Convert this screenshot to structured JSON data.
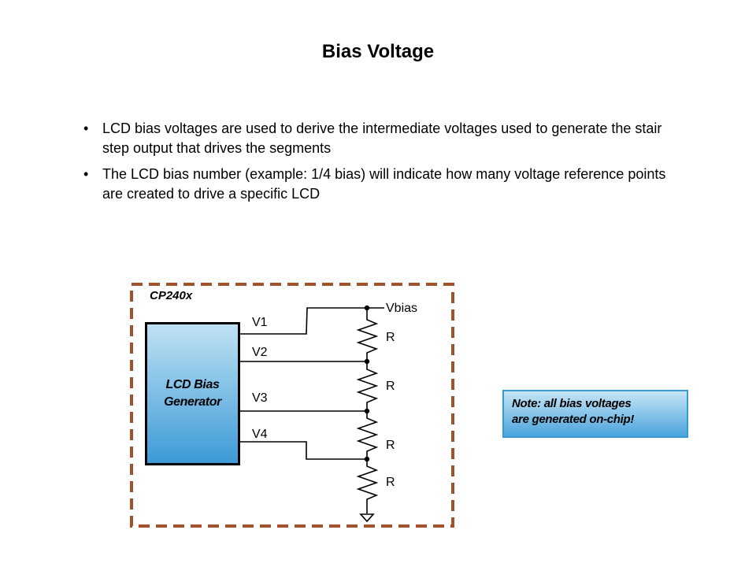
{
  "slide": {
    "title": "Bias Voltage",
    "bullets": [
      {
        "marker": "•",
        "text": "LCD bias voltages are used to derive the intermediate voltages used to generate the stair step output that drives the segments"
      },
      {
        "marker": "•",
        "text": "The LCD bias number (example: 1/4 bias) will indicate how many voltage reference points are created to drive a specific LCD"
      }
    ]
  },
  "diagram": {
    "chip_label": "CP240x",
    "generator_label_line1": "LCD Bias",
    "generator_label_line2": "Generator",
    "outputs": [
      "V1",
      "V2",
      "V3",
      "V4"
    ],
    "supply_label": "Vbias",
    "resistors": [
      "R",
      "R",
      "R",
      "R"
    ],
    "colors": {
      "border": "#a0522d",
      "generator_top": "#bfe2f4",
      "generator_bottom": "#3d9ad6"
    }
  },
  "note": {
    "line1": "Note: all bias voltages",
    "line2": "are generated on-chip!"
  }
}
